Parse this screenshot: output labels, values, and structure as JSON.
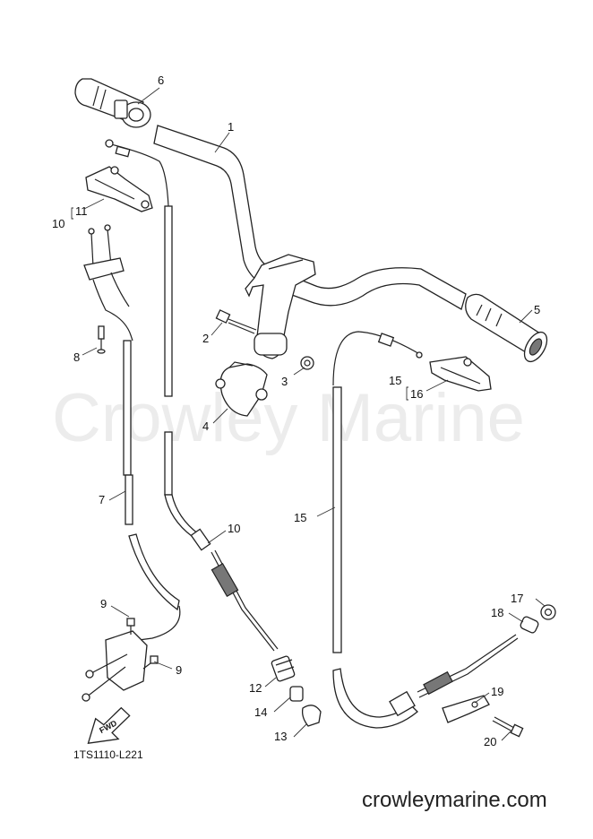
{
  "watermark": "Crowley Marine",
  "drawing_code": "1TS1110-L221",
  "website": "crowleymarine.com",
  "fwd_label": "FWD",
  "callouts": {
    "c1": "1",
    "c2": "2",
    "c3": "3",
    "c4": "4",
    "c5": "5",
    "c6": "6",
    "c7": "7",
    "c8": "8",
    "c9a": "9",
    "c9b": "9",
    "c10a": "10",
    "c10b": "10",
    "c11": "11",
    "c12": "12",
    "c13": "13",
    "c14": "14",
    "c15a": "15",
    "c15b": "15",
    "c16": "16",
    "c17": "17",
    "c18": "18",
    "c19": "19",
    "c20": "20"
  }
}
